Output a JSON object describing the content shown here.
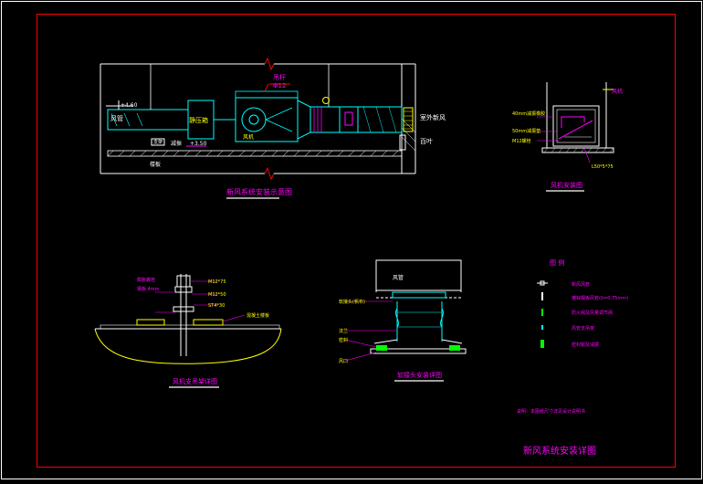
{
  "drawing": {
    "title": "新风系统安装详图",
    "note": "说明：本图纸尺寸详见设计说明书",
    "colors": {
      "background": "#000000",
      "frame": "#ff0000",
      "outline": "#ffffff",
      "equipment": "#00ffff",
      "annotation": "#ff00ff",
      "label": "#ffff00",
      "ground": "#ffff00",
      "seal": "#00ff00"
    }
  },
  "duct_view": {
    "title": "新风系统安装示意图",
    "labels": {
      "supply_air": "风管",
      "elev_top": "+4.60",
      "elev_bottom": "+3.50",
      "silencer": "静压箱",
      "hanger": "吊杆",
      "hanger_spec": "Φ12",
      "fresh_air": "室外新风",
      "louver": "百叶",
      "floor": "楼板",
      "vibration_pad": "减振",
      "bracket": "支架",
      "fan": "风机"
    }
  },
  "box_view": {
    "title": "风机安装图",
    "labels": {
      "top_tag": "风机",
      "l1": "40mm减振橡胶",
      "l2": "50mm减振垫",
      "l3": "M12螺栓",
      "l4": "L50*5*75"
    }
  },
  "anchor_view": {
    "title": "风机支吊架详图",
    "labels": {
      "a1": "膨胀螺栓",
      "a2": "钢板 4mm",
      "a3": "M12*75",
      "a4": "M12*50",
      "a5": "ST4*30",
      "a6": "混凝土楼板"
    }
  },
  "joint_view": {
    "title": "软接头安装详图",
    "labels": {
      "top": "风管",
      "j1": "软接头(帆布)",
      "j2": "法兰",
      "j3": "密封",
      "j4": "风口"
    }
  },
  "legend": {
    "title": "图 例",
    "items": [
      {
        "symbol": "connector",
        "label": "新风风管"
      },
      {
        "symbol": "bar",
        "label": "镀锌钢板风管(δ=0.75mm)"
      },
      {
        "symbol": "bar-green",
        "label": "防火阀及风量调节阀"
      },
      {
        "symbol": "tick",
        "label": "风管支吊架"
      },
      {
        "symbol": "green-block",
        "label": "密封胶及减振"
      }
    ]
  }
}
